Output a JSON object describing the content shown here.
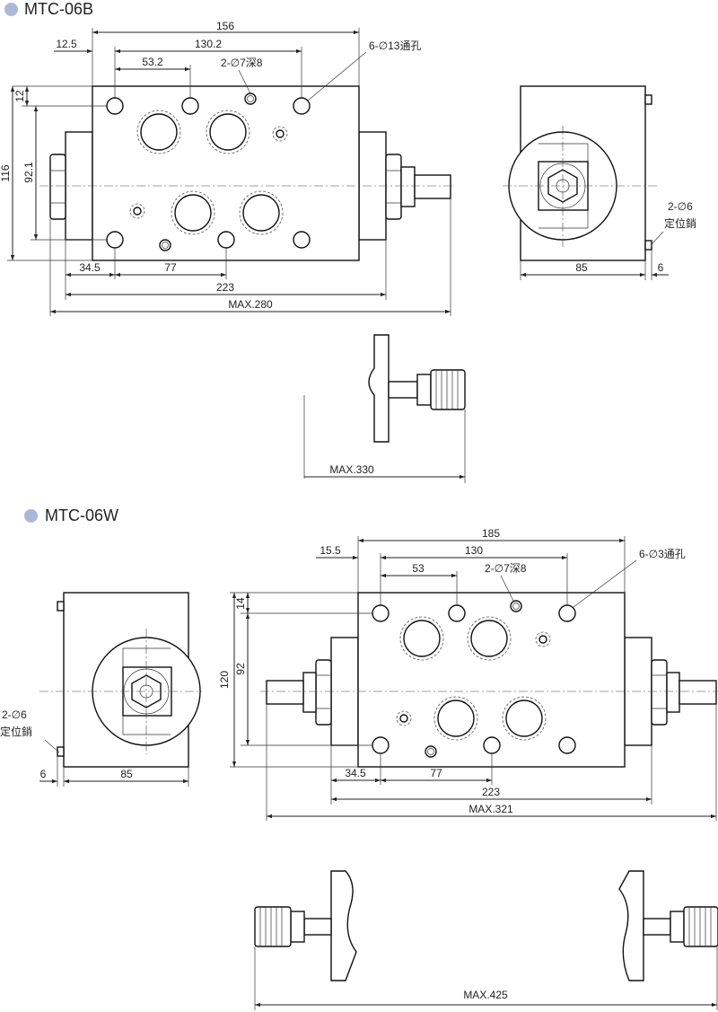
{
  "sections": {
    "b": {
      "title": "MTC-06B"
    },
    "w": {
      "title": "MTC-06W"
    }
  },
  "bullet_color": "#a9b8d6",
  "b_front": {
    "d156": "156",
    "d12_5": "12.5",
    "d130_2": "130.2",
    "d53_2": "53.2",
    "hole_note": "6-∅13通孔",
    "pin_hole_note": "2-∅7深8",
    "d12": "12",
    "d116": "116",
    "d92_1": "92.1",
    "d34_5": "34.5",
    "d77": "77",
    "d223": "223",
    "dmax": "MAX.280"
  },
  "b_side": {
    "pin_note_1": "2-∅6",
    "pin_note_2": "定位銷",
    "d85": "85",
    "d6": "6"
  },
  "b_knob": {
    "dmax": "MAX.330"
  },
  "w_front": {
    "d185": "185",
    "d15_5": "15.5",
    "d130": "130",
    "d53": "53",
    "pin_hole_note": "2-∅7深8",
    "hole_note": "6-∅3通孔",
    "d14": "14",
    "d120": "120",
    "d92": "92",
    "d34_5": "34.5",
    "d77": "77",
    "d223": "223",
    "dmax": "MAX.321"
  },
  "w_side": {
    "pin_note_1": "2-∅6",
    "pin_note_2": "定位銷",
    "d6": "6",
    "d85": "85"
  },
  "w_knob": {
    "dmax": "MAX.425"
  }
}
